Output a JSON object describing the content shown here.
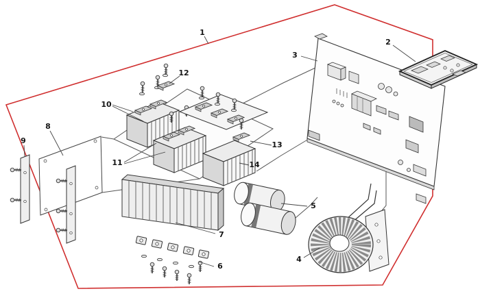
{
  "diagram": {
    "background_color": "#ffffff",
    "outline_color": "#d02f2f",
    "line_color": "#333333"
  },
  "callouts": [
    {
      "label": "1"
    },
    {
      "label": "2"
    },
    {
      "label": "3"
    },
    {
      "label": "4"
    },
    {
      "label": "5"
    },
    {
      "label": "6"
    },
    {
      "label": "7"
    },
    {
      "label": "8"
    },
    {
      "label": "9"
    },
    {
      "label": "10"
    },
    {
      "label": "11"
    },
    {
      "label": "12"
    },
    {
      "label": "13"
    },
    {
      "label": "14"
    }
  ]
}
